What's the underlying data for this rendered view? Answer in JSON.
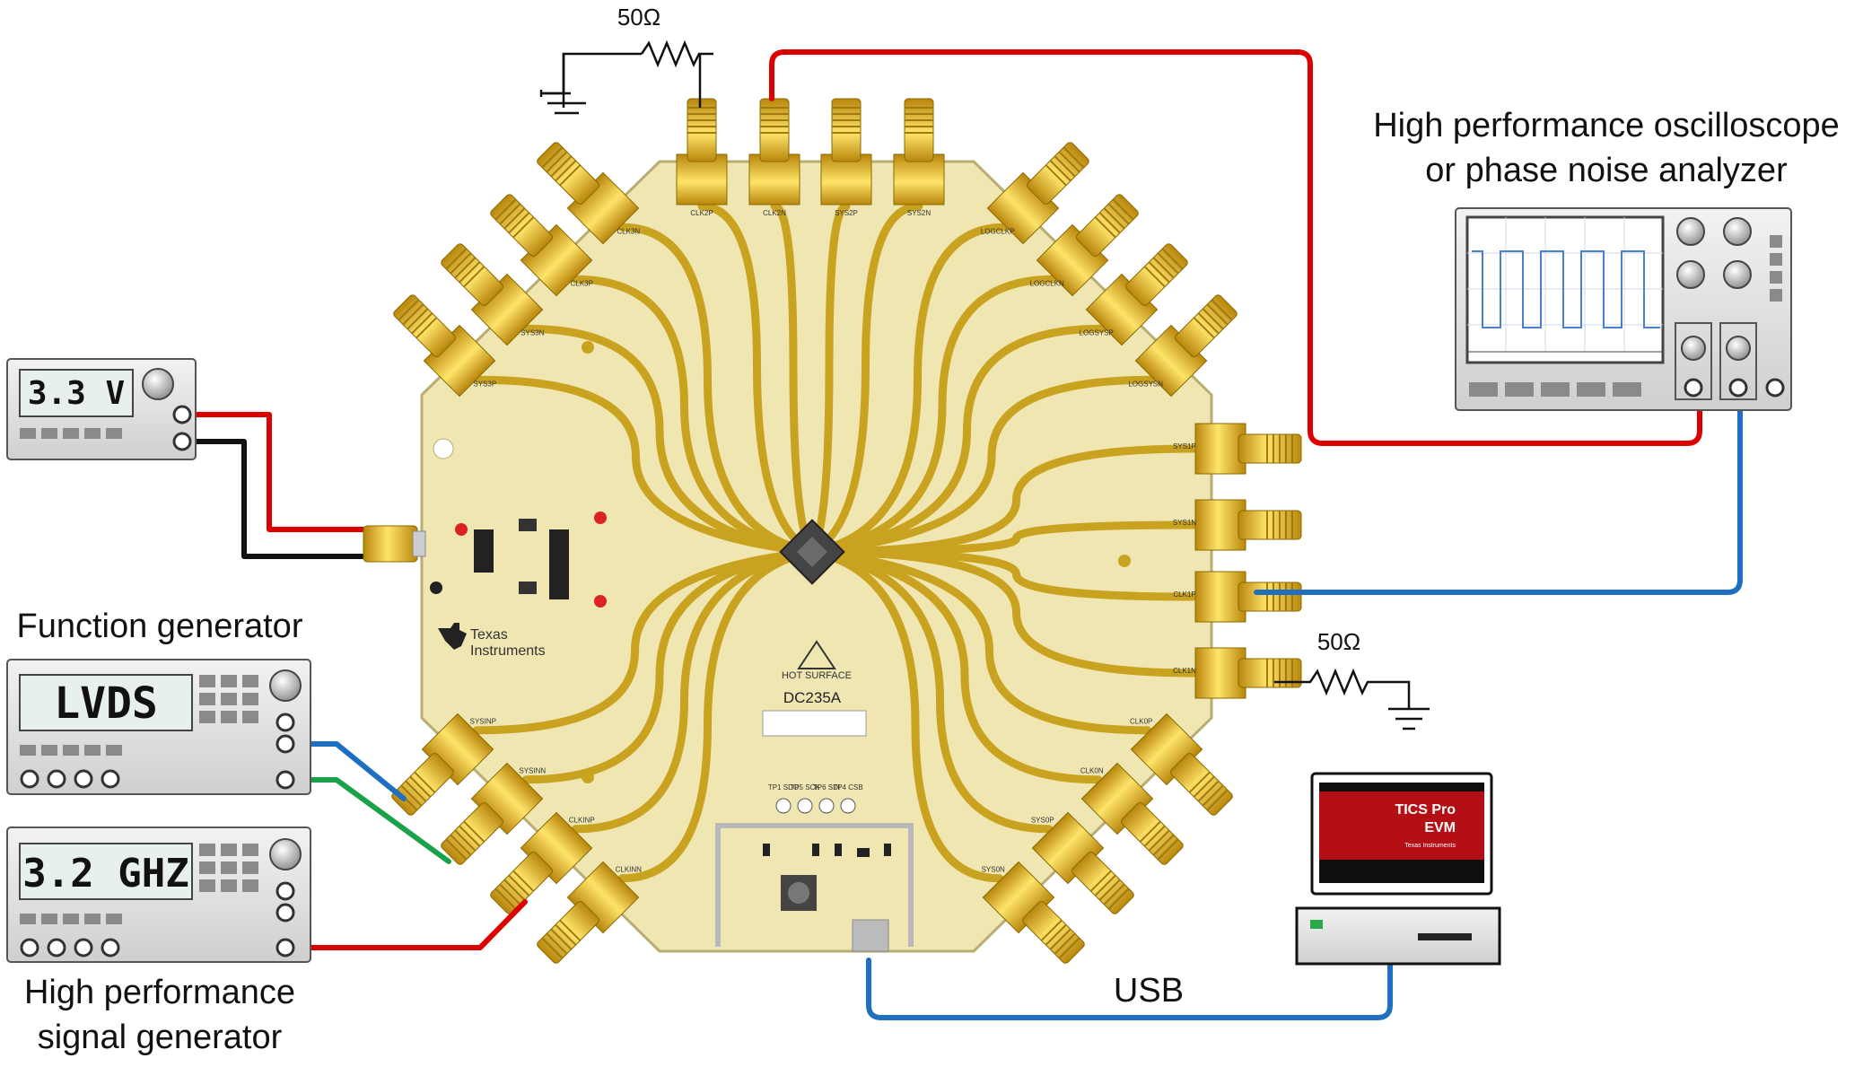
{
  "labels": {
    "oscilloscope": [
      "High performance oscilloscope",
      "or phase noise analyzer"
    ],
    "function_generator": "Function generator",
    "signal_generator": [
      "High performance",
      "signal generator"
    ],
    "usb": "USB",
    "resistor_top": "50Ω",
    "resistor_right": "50Ω"
  },
  "instruments": {
    "power_supply_display": "3.3 V",
    "function_generator_display": "LVDS",
    "signal_generator_display": "3.2 GHZ",
    "ticspro_title": "TICS Pro",
    "ticspro_subtitle": "EVM",
    "ticspro_brand": "Texas Instruments"
  },
  "board": {
    "name": "DC235A",
    "brand_line1": "Texas",
    "brand_line2": "Instruments",
    "hot_surface": "HOT SURFACE",
    "top_connectors": [
      "CLK2P",
      "CLK2N",
      "SYS2P",
      "SYS2N"
    ],
    "top_left_connectors": [
      "CLK3N",
      "CLK3P",
      "SYS3N",
      "SYS3P"
    ],
    "top_right_connectors": [
      "LOGCLKP",
      "LOGCLKN",
      "LOGSYSP",
      "LOGSYSN"
    ],
    "right_connectors": [
      "SYS1P",
      "SYS1N",
      "CLK1P",
      "CLK1N"
    ],
    "bottom_right_connectors": [
      "CLK0P",
      "CLK0N",
      "SYS0P",
      "SYS0N"
    ],
    "bottom_left_connectors": [
      "SYSINP",
      "SYSINN",
      "CLKINP",
      "CLKINN"
    ],
    "test_points": [
      "TP1 SDO",
      "TP5 SCK",
      "TP6 SDI",
      "TP4 CSB"
    ]
  },
  "colors": {
    "board": "#efe6b2",
    "trace": "#c9a21f",
    "cable_red": "#dd0000",
    "cable_black": "#111111",
    "cable_blue": "#1f6fc0",
    "cable_green": "#1aa24a"
  }
}
